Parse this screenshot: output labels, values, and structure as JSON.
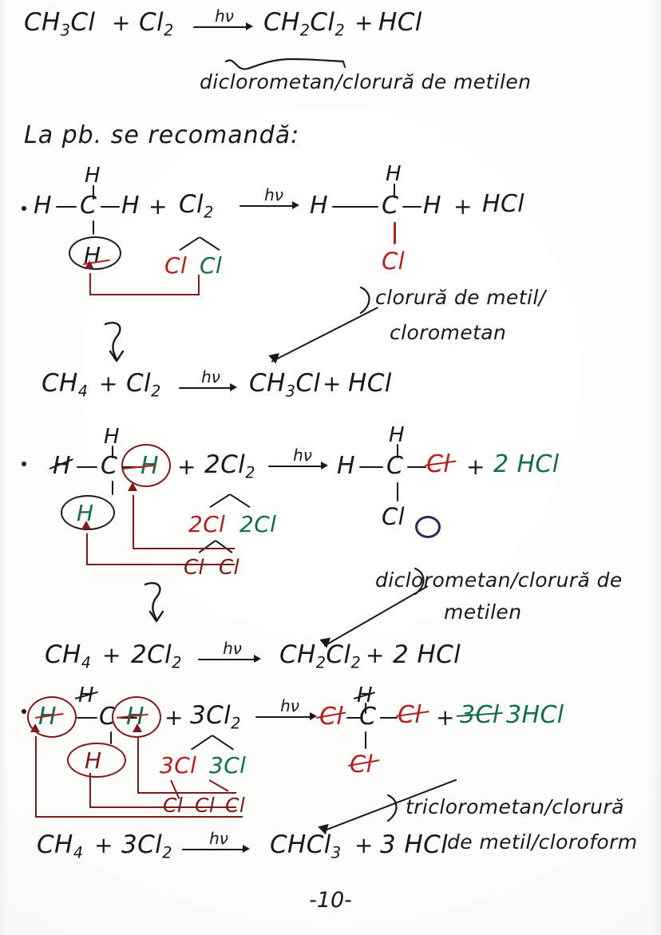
{
  "page": {
    "page_number": "-10-",
    "language": "ro",
    "paper_color": "#fdfdfd",
    "ink_colors": {
      "black": "#16181e",
      "red": "#b32020",
      "dark_red": "#7d1b1b",
      "green": "#136b52",
      "navy": "#2a2a55"
    }
  },
  "top_equation": {
    "reactant_1": "CH",
    "reactant_1_sub": "3",
    "reactant_1_tail": "Cl",
    "plus": "+",
    "reactant_2": "Cl",
    "reactant_2_sub": "2",
    "condition": "hν",
    "product_1": "CH",
    "product_1_sub": "2",
    "product_1_mid": "Cl",
    "product_1_sub2": "2",
    "product_2": "HCl",
    "annotation": "diclorometan/clorură de metilen"
  },
  "heading": {
    "text": "La pb. se recomandă:"
  },
  "blocks": [
    {
      "id": "mono",
      "bullet": "•",
      "left": {
        "h_left": "H",
        "c": "C",
        "h_right": "H",
        "h_top": "H",
        "h_bottom_circled": "H"
      },
      "plus": "+",
      "reagent": "Cl",
      "reagent_sub": "2",
      "condition": "hν",
      "split_left": "Cl",
      "split_right": "Cl",
      "right": {
        "h_left": "H",
        "c": "C",
        "h_right": "H",
        "h_top": "H",
        "cl_bottom": "Cl"
      },
      "plus_2": "+",
      "byproduct": "HCl",
      "annotation_line_1": "clorură de metil/",
      "annotation_line_2": "clorometan",
      "summary": {
        "reactant_1": "CH",
        "reactant_1_sub": "4",
        "plus": "+",
        "reactant_2": "Cl",
        "reactant_2_sub": "2",
        "condition": "hν",
        "product_1": "CH",
        "product_1_sub": "3",
        "product_1_tail": "Cl",
        "plus_2": "+",
        "product_2": "HCl"
      }
    },
    {
      "id": "di",
      "bullet": "•",
      "left": {
        "h_left_struck": "H",
        "c": "C",
        "h_right_circled": "H",
        "h_top": "H",
        "h_bottom_circled": "H"
      },
      "plus": "+",
      "reagent_coef": "2",
      "reagent": "Cl",
      "reagent_sub": "2",
      "condition": "hν",
      "split_left": "2Cl",
      "split_right": "2Cl",
      "split_sub_left": "Cl",
      "split_sub_right": "Cl",
      "right": {
        "h_left": "H",
        "c": "C",
        "cl_right": "Cl",
        "h_top": "H",
        "cl_bottom": "Cl"
      },
      "plus_2": "+",
      "byproduct_coef": "2",
      "byproduct": "HCl",
      "annotation_line_1": "diclorometan/clorură de",
      "annotation_line_2": "metilen",
      "summary": {
        "reactant_1": "CH",
        "reactant_1_sub": "4",
        "plus": "+",
        "reactant_2_coef": "2",
        "reactant_2": "Cl",
        "reactant_2_sub": "2",
        "condition": "hν",
        "product_1": "CH",
        "product_1_sub": "2",
        "product_1_mid": "Cl",
        "product_1_sub2": "2",
        "plus_2": "+",
        "product_2_coef": "2",
        "product_2": "HCl"
      }
    },
    {
      "id": "tri",
      "bullet": "•",
      "left": {
        "h_left_circled": "H",
        "c": "C",
        "h_right_circled": "H",
        "h_top": "H",
        "h_bottom_circled": "H"
      },
      "plus": "+",
      "reagent_coef": "3",
      "reagent": "Cl",
      "reagent_sub": "2",
      "condition": "hν",
      "split_left": "3Cl",
      "split_right": "3Cl",
      "split_sub_left": "Cl",
      "split_sub_mid": "Cl",
      "split_sub_right": "Cl",
      "right": {
        "cl_left": "Cl",
        "c": "C",
        "cl_right": "Cl",
        "h_top": "H",
        "cl_bottom": "Cl"
      },
      "plus_2": "+",
      "byproduct_struck": "3Cl",
      "byproduct_coef": "3",
      "byproduct": "HCl",
      "annotation_line_1": "triclorometan/clorură",
      "annotation_line_2": "de metil/cloroform",
      "summary": {
        "reactant_1": "CH",
        "reactant_1_sub": "4",
        "plus": "+",
        "reactant_2_coef": "3",
        "reactant_2": "Cl",
        "reactant_2_sub": "2",
        "condition": "hν",
        "product_1": "CHCl",
        "product_1_sub": "3",
        "plus_2": "+",
        "product_2_coef": "3",
        "product_2": "HCl"
      }
    }
  ]
}
